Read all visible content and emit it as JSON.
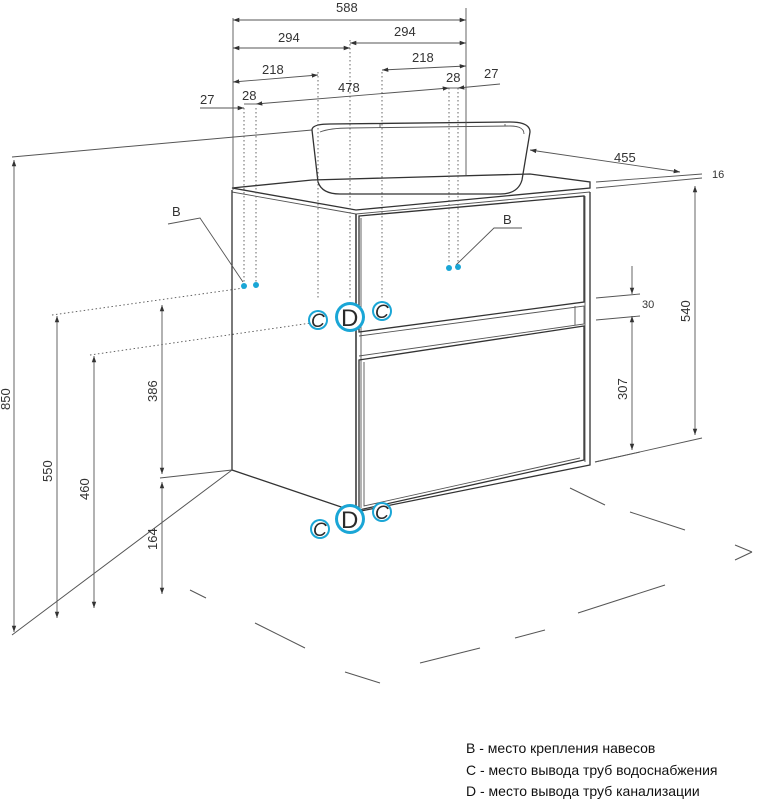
{
  "dimensions": {
    "width_total": "588",
    "half_left": "294",
    "half_right": "294",
    "offset_left_218": "218",
    "offset_right_218": "218",
    "edge_left_27": "27",
    "edge_left_28": "28",
    "span_478": "478",
    "edge_right_28": "28",
    "edge_right_27": "27",
    "depth_455": "455",
    "top_thickness_16": "16",
    "height_850": "850",
    "height_550": "550",
    "height_460": "460",
    "height_386": "386",
    "height_164": "164",
    "height_540": "540",
    "height_30": "30",
    "height_307": "307"
  },
  "markers": {
    "b_left": "B",
    "b_right": "B",
    "c": "C",
    "d": "D"
  },
  "colors": {
    "marker_blue": "#1aa6d6",
    "line": "#333333"
  },
  "legend": {
    "b": "B - место крепления навесов",
    "c": "C - место вывода труб водоснабжения",
    "d": "D - место вывода труб канализации"
  }
}
